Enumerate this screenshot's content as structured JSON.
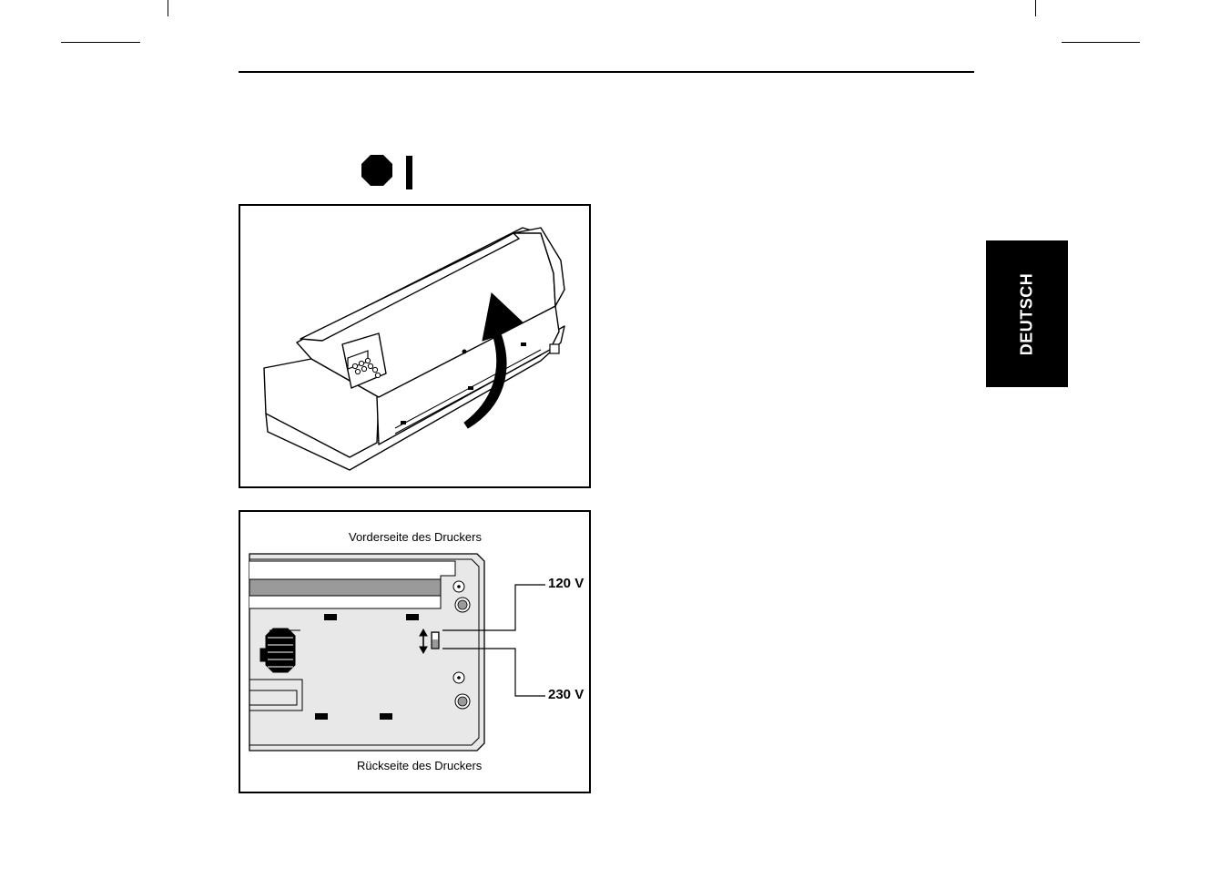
{
  "language_tab": {
    "label": "DEUTSCH",
    "background": "#000000",
    "text_color": "#ffffff"
  },
  "status_icons": {
    "stop": "stop-octagon-icon",
    "on": "power-on-bar-icon"
  },
  "figure_1": {
    "content": "printer-cover-open-illustration"
  },
  "figure_2": {
    "top_caption": "Vorderseite des Druckers",
    "bottom_caption": "Rückseite des Druckers",
    "voltage_upper": "120 V",
    "voltage_lower": "230 V"
  },
  "colors": {
    "panel_fill": "#e8e8e8",
    "slot_fill": "#9a9a9a",
    "ink": "#000000"
  }
}
